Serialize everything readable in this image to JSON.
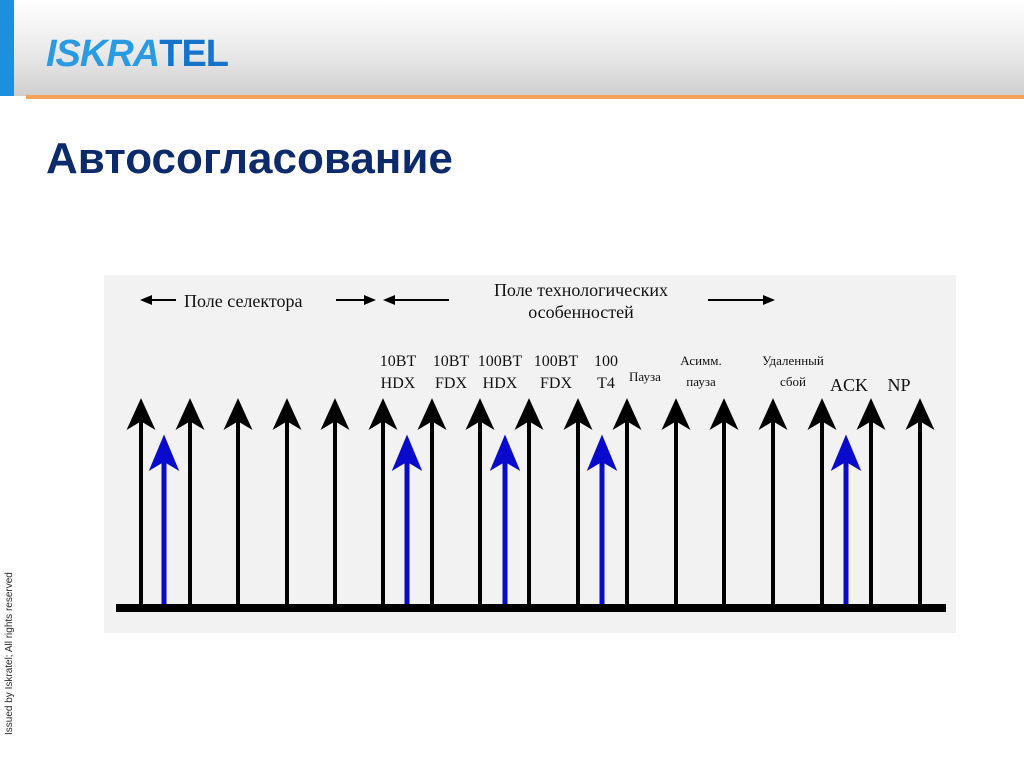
{
  "header": {
    "logo_part1": "ISKRA",
    "logo_part2": "TEL",
    "colors": {
      "accent": "#1b8fe0",
      "line": "#f4a259"
    }
  },
  "page": {
    "title": "Автосогласование"
  },
  "diagram": {
    "selector_label": "Поле селектора",
    "technology_label": [
      "Поле технологических",
      "особенностей"
    ],
    "labels": [
      [
        "10BT",
        "HDX"
      ],
      [
        "10BT",
        "FDX"
      ],
      [
        "100BT",
        "HDX"
      ],
      [
        "100BT",
        "FDX"
      ],
      [
        "100",
        "T4"
      ],
      [
        "Пауза"
      ],
      [
        "Асимм.",
        "пауза"
      ],
      [
        "Удаленный",
        "сбой"
      ],
      [
        "ACK"
      ],
      [
        "NP"
      ]
    ],
    "blue_arrow_after_black": [
      0,
      5,
      7,
      9,
      14
    ],
    "colors": {
      "black": "#000000",
      "blue": "#0a0acc"
    }
  },
  "footer": {
    "rights": "Issued by Iskratel; All rights reserved"
  }
}
